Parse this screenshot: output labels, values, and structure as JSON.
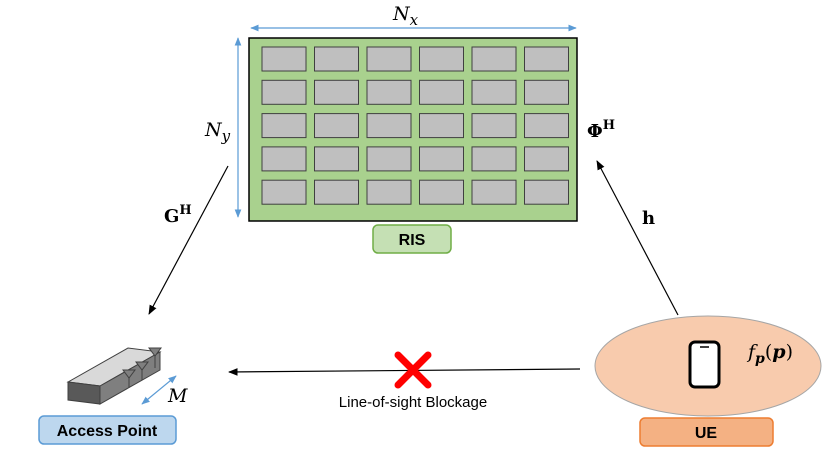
{
  "ris": {
    "label": "RIS",
    "rows": 5,
    "cols": 6,
    "width_symbol": "N",
    "width_sub": "x",
    "height_symbol": "N",
    "height_sub": "y",
    "colors": {
      "panel": "#a9d18e",
      "element": "#bfbfbf",
      "label_fill": "#c5e0b4",
      "label_border": "#70ad47",
      "dim_arrow": "#5b9bd5"
    }
  },
  "links": {
    "ris_to_ap": {
      "symbol": "G",
      "superscript": "H"
    },
    "phase": {
      "symbol": "Φ",
      "superscript": "H"
    },
    "ue_to_ris": {
      "symbol": "h"
    },
    "los": {
      "label": "Line-of-sight Blockage"
    }
  },
  "access_point": {
    "label": "Access Point",
    "antenna_symbol": "M",
    "colors": {
      "label_fill": "#bdd7ee",
      "label_border": "#5b9bd5",
      "body": "#808080"
    }
  },
  "ue": {
    "label": "UE",
    "distribution_func": "f",
    "distribution_sub": "p",
    "distribution_arg": "p",
    "colors": {
      "ellipse": "#f8cbad",
      "label_fill": "#f4b183",
      "label_border": "#ed7d31"
    }
  },
  "blockage_color": "#ff0000"
}
